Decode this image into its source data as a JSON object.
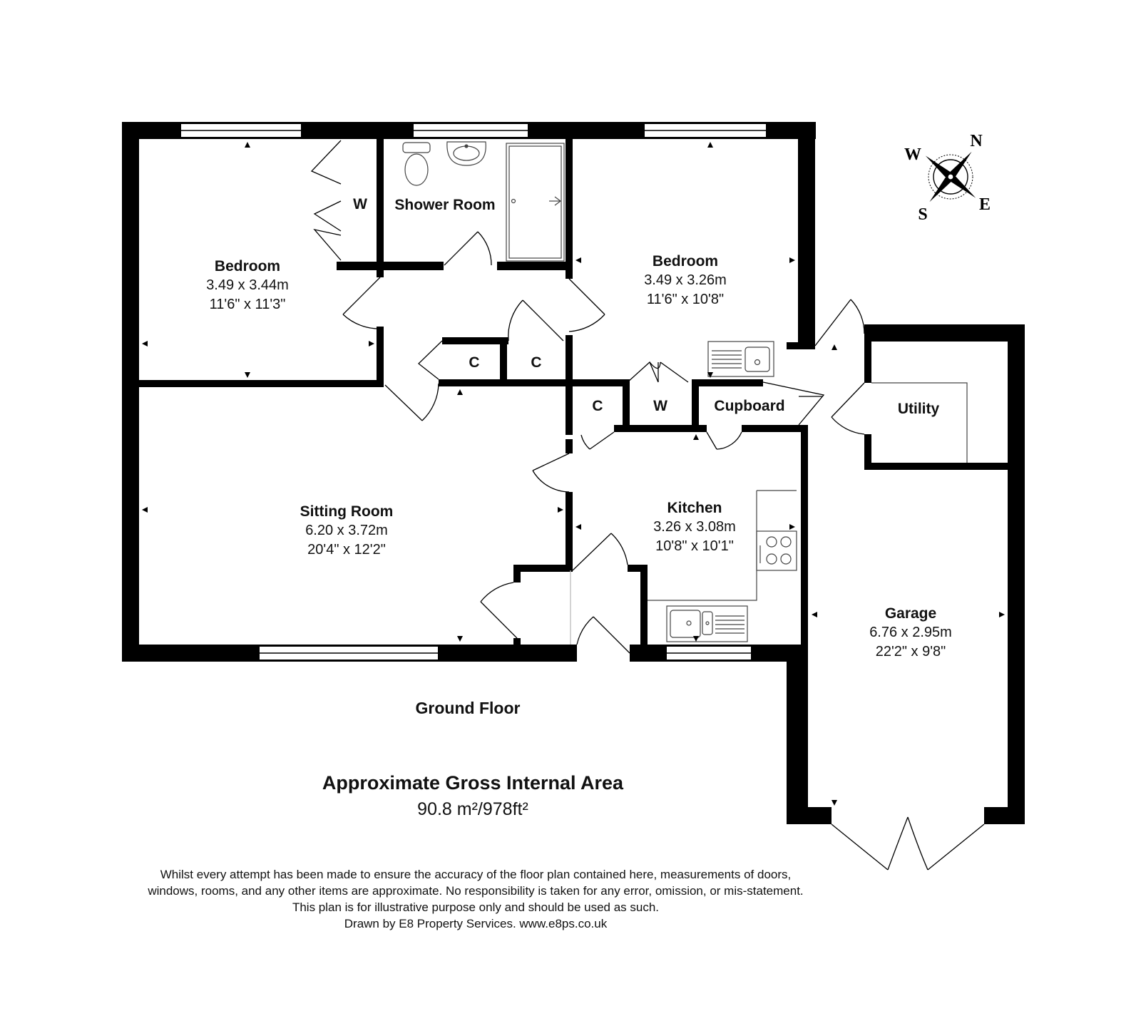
{
  "rooms": {
    "bedroom1": {
      "name": "Bedroom",
      "metric": "3.49 x 3.44m",
      "imperial": "11'6\" x 11'3\""
    },
    "shower": {
      "name": "Shower Room"
    },
    "bedroom2": {
      "name": "Bedroom",
      "metric": "3.49 x 3.26m",
      "imperial": "11'6\" x 10'8\""
    },
    "sitting": {
      "name": "Sitting Room",
      "metric": "6.20 x 3.72m",
      "imperial": "20'4\" x 12'2\""
    },
    "kitchen": {
      "name": "Kitchen",
      "metric": "3.26 x 3.08m",
      "imperial": "10'8\" x 10'1\""
    },
    "garage": {
      "name": "Garage",
      "metric": "6.76 x 2.95m",
      "imperial": "22'2\" x 9'8\""
    },
    "utility": {
      "name": "Utility"
    },
    "cupboard": {
      "name": "Cupboard"
    }
  },
  "small_labels": {
    "wardrobe1": "W",
    "cupboard_c1": "C",
    "cupboard_c2": "C",
    "cupboard_c3": "C",
    "wardrobe2": "W"
  },
  "compass": {
    "n": "N",
    "e": "E",
    "s": "S",
    "w": "W"
  },
  "floor_title": "Ground Floor",
  "area": {
    "title": "Approximate Gross Internal Area",
    "value": "90.8 m²/978ft²"
  },
  "disclaimer": [
    "Whilst every attempt has been made to ensure the accuracy of the floor plan contained here, measurements of doors,",
    "windows, rooms, and any other items are approximate. No responsibility is taken for any error, omission, or mis-statement.",
    "This plan is for illustrative purpose only and should be used as such.",
    "Drawn by E8 Property Services. www.e8ps.co.uk"
  ],
  "colors": {
    "wall": "#000000",
    "background": "#ffffff",
    "fixture": "#444444"
  }
}
